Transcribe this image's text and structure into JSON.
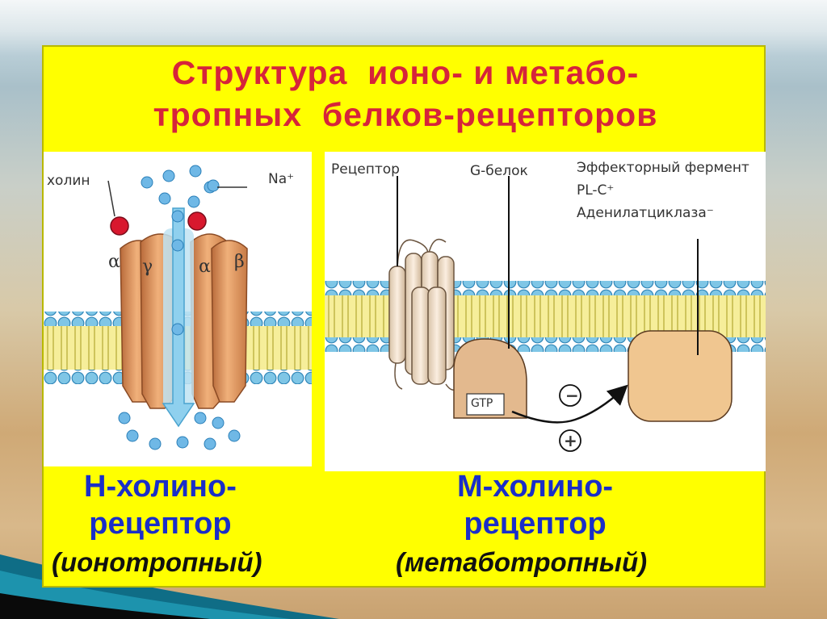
{
  "title": {
    "line1": "Структура  ионо- и метабо-",
    "line2": "тропных  белков-рецепторов"
  },
  "ionotropic": {
    "label_choline": "холин",
    "label_na": "Na⁺",
    "subunit1": "α",
    "subunit2": "γ",
    "subunit3": "α",
    "subunit4": "β",
    "caption_line1": "Н-холино-",
    "caption_line2": "рецептор",
    "type": "(ионотропный)"
  },
  "metabotropic": {
    "label_receptor": "Рецептор",
    "label_gprotein": "G-белок",
    "label_effector": "Эффекторный фермент",
    "label_plc": "PL-C⁺",
    "label_adenylate": "Аденилатциклаза⁻",
    "label_gtp": "GTP",
    "sign_minus": "−",
    "sign_plus": "+",
    "caption_line1": "М-холино-",
    "caption_line2": "рецептор",
    "type": "(метаботропный)"
  },
  "colors": {
    "slide_bg": "#ffff00",
    "title": "#d6243a",
    "caption": "#1a2ec8",
    "protein": "#d9905a",
    "lipid_head": "#7fc6e6",
    "lipid_tail": "#f2e88c",
    "choline": "#d8182e"
  }
}
